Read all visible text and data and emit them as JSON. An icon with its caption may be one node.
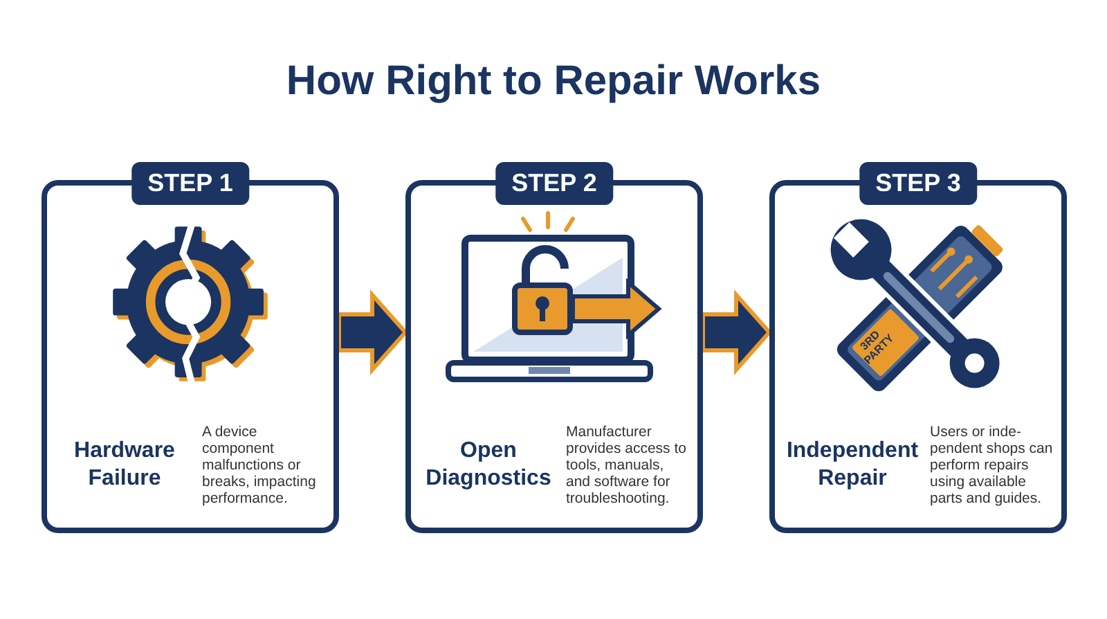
{
  "diagram": {
    "title": "How Right to Repair Works",
    "nodes": [
      {
        "text": [
          "STEP 1",
          "Hardware Failure",
          "A device component malfunctions or breaks, impacting performance."
        ]
      },
      {
        "text": [
          "STEP 2",
          "Open Diagnostics",
          "Manufacturer provides access to tools, manuals, and software for troubleshooting."
        ]
      },
      {
        "text": [
          "STEP 3",
          "Independent Repair",
          "Users or inde- pendent shops can perform repairs using available parts and guides."
        ]
      }
    ],
    "edges": [
      {
        "from": 0,
        "to": 1,
        "arrow": "to",
        "style": "thick"
      },
      {
        "from": 1,
        "to": 2,
        "arrow": "to",
        "style": "thick"
      }
    ],
    "labels": [
      "3RD PARTY"
    ]
  }
}
